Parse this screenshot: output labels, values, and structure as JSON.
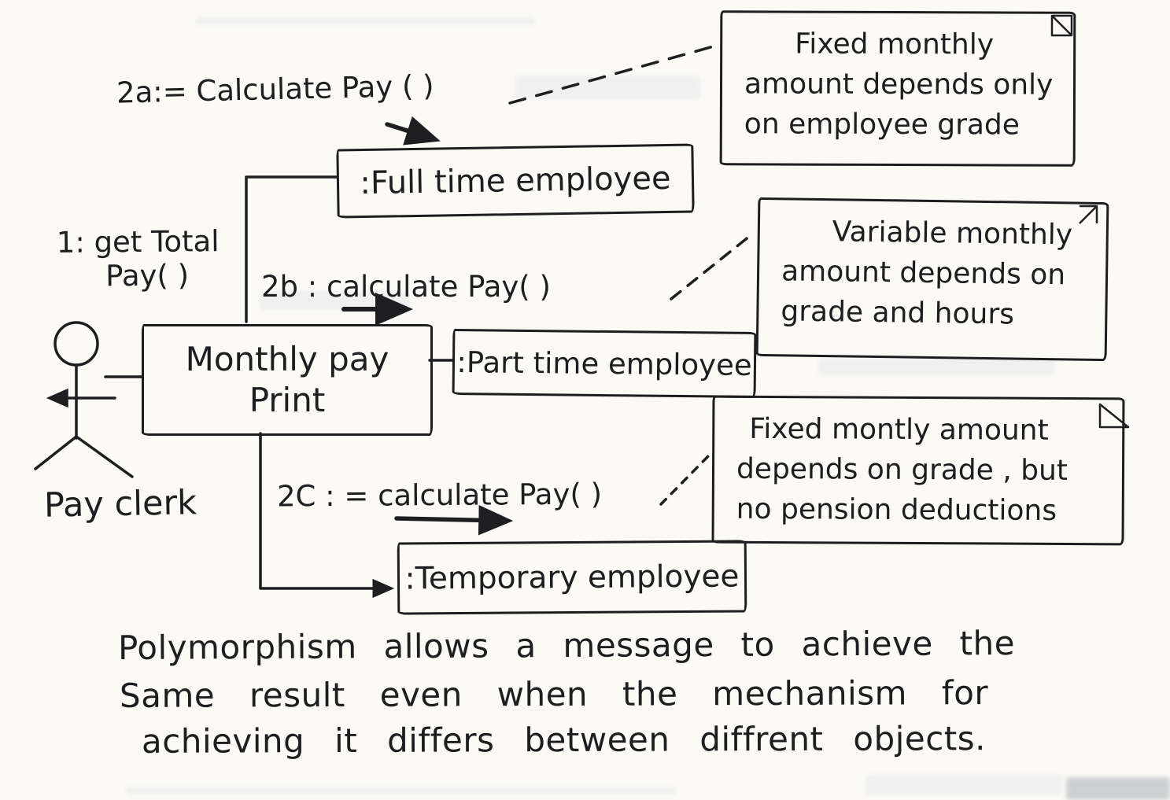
{
  "diagram": {
    "messages": {
      "msg_2a": "2a:= Calculate Pay ( )",
      "msg_1_line1": "1: get Total",
      "msg_1_line2": "Pay( )",
      "msg_2b": "2b : calculate Pay( )",
      "msg_2c": "2C : = calculate Pay( )"
    },
    "actor": {
      "label": "Pay clerk"
    },
    "objects": {
      "full_time": ":Full time employee",
      "monthly_line1": "Monthly pay",
      "monthly_line2": "Print",
      "part_time": ":Part time employee",
      "temporary": ":Temporary employee"
    },
    "notes": {
      "note1": [
        "Fixed monthly",
        "amount depends only",
        "on employee grade"
      ],
      "note2": [
        "Variable monthly",
        "amount depends on",
        "grade and hours"
      ],
      "note3": [
        "Fixed montly amount",
        "depends on grade , but",
        "no pension deductions"
      ]
    },
    "caption": {
      "line1": "Polymorphism allows a message to achieve the",
      "line2": "Same result even when the mechanism for",
      "line3": "achieving it differs between diffrent objects."
    },
    "colors": {
      "ink": "#1e1e20",
      "paper": "#fbfaf7"
    }
  }
}
